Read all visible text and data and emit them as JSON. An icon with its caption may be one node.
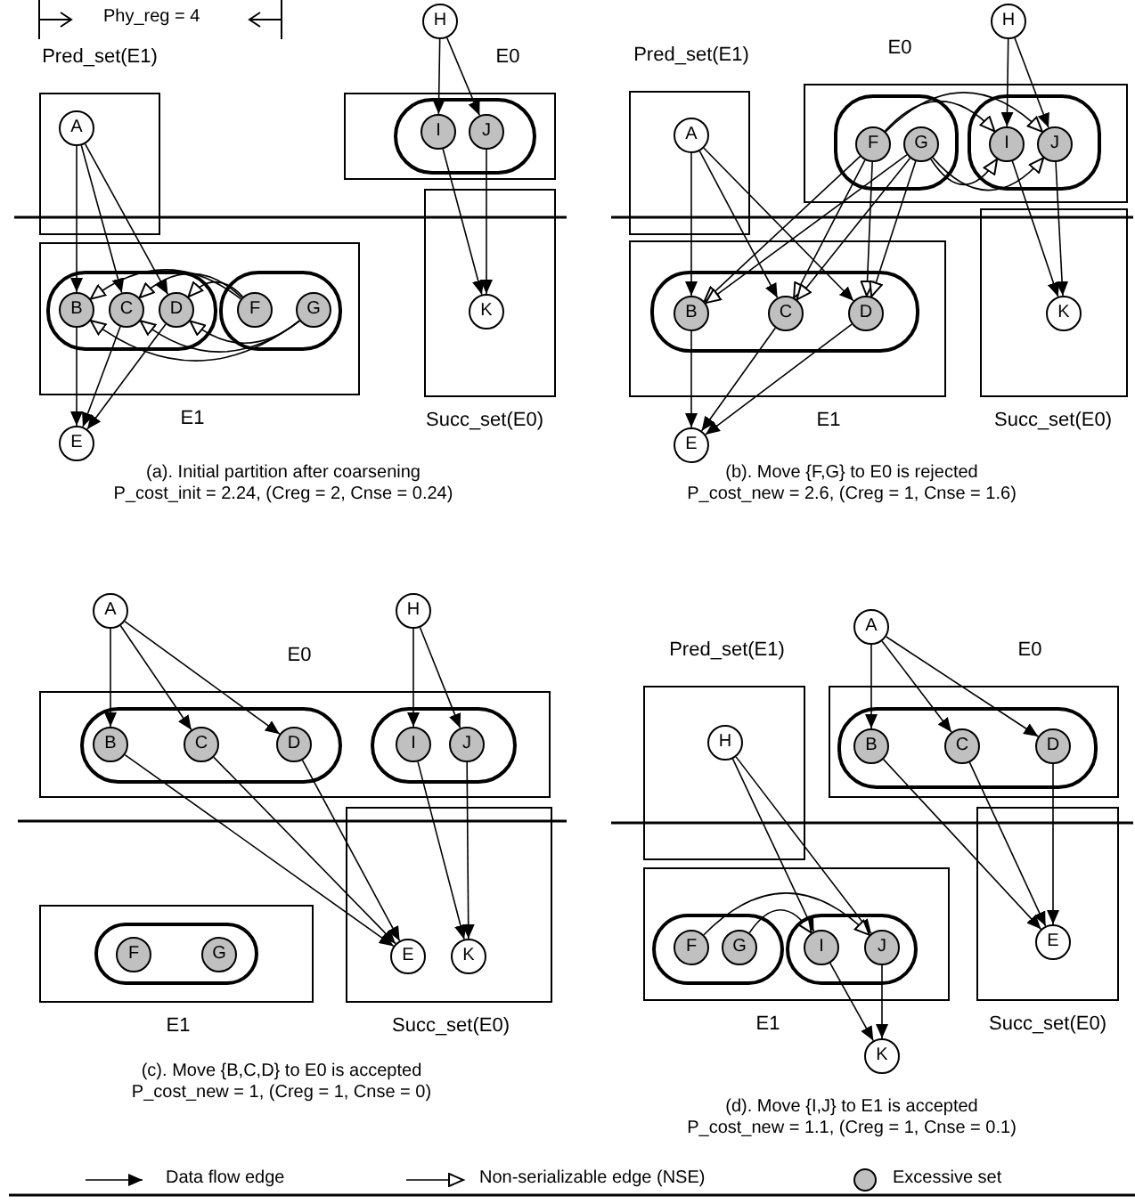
{
  "diagram": {
    "nodes": [
      {
        "text": [
          "H"
        ]
      },
      {
        "text": [
          "Pred_set(E1)"
        ]
      },
      {
        "text": [
          "A"
        ],
        "in": 1
      },
      {
        "text": [
          "E0"
        ]
      },
      {
        "text": [],
        "shape": "box",
        "in": 3
      },
      {
        "text": [
          "I"
        ],
        "in": 4
      },
      {
        "text": [
          "J"
        ],
        "in": 4
      },
      {
        "text": [
          "Succ_set(E0)"
        ]
      },
      {
        "text": [
          "K"
        ],
        "in": 7
      },
      {
        "text": [
          "E1"
        ]
      },
      {
        "text": [],
        "shape": "box",
        "in": 9
      },
      {
        "text": [
          "B"
        ],
        "in": 10
      },
      {
        "text": [
          "C"
        ],
        "in": 10
      },
      {
        "text": [
          "D"
        ],
        "in": 10
      },
      {
        "text": [],
        "shape": "box",
        "in": 9
      },
      {
        "text": [
          "F"
        ],
        "in": 14
      },
      {
        "text": [
          "G"
        ],
        "in": 14
      },
      {
        "text": [
          "E"
        ]
      },
      {
        "text": [
          "H"
        ]
      },
      {
        "text": [
          "Pred_set(E1)"
        ]
      },
      {
        "text": [
          "A"
        ],
        "in": 19
      },
      {
        "text": [
          "E0"
        ]
      },
      {
        "text": [],
        "shape": "box",
        "in": 21
      },
      {
        "text": [
          "F"
        ],
        "in": 22
      },
      {
        "text": [
          "G"
        ],
        "in": 22
      },
      {
        "text": [],
        "shape": "box",
        "in": 21
      },
      {
        "text": [
          "I"
        ],
        "in": 25
      },
      {
        "text": [
          "J"
        ],
        "in": 25
      },
      {
        "text": [
          "E1"
        ]
      },
      {
        "text": [],
        "shape": "box",
        "in": 28
      },
      {
        "text": [
          "B"
        ],
        "in": 29
      },
      {
        "text": [
          "C"
        ],
        "in": 29
      },
      {
        "text": [
          "D"
        ],
        "in": 29
      },
      {
        "text": [
          "Succ_set(E0)"
        ]
      },
      {
        "text": [
          "K"
        ],
        "in": 33
      },
      {
        "text": [
          "E"
        ]
      },
      {
        "text": [
          "A"
        ]
      },
      {
        "text": [
          "H"
        ]
      },
      {
        "text": [
          "E0"
        ]
      },
      {
        "text": [],
        "shape": "box",
        "in": 38
      },
      {
        "text": [
          "B"
        ],
        "in": 39
      },
      {
        "text": [
          "C"
        ],
        "in": 39
      },
      {
        "text": [
          "D"
        ],
        "in": 39
      },
      {
        "text": [],
        "shape": "box",
        "in": 38
      },
      {
        "text": [
          "I"
        ],
        "in": 43
      },
      {
        "text": [
          "J"
        ],
        "in": 43
      },
      {
        "text": [
          "E1"
        ]
      },
      {
        "text": [],
        "shape": "box",
        "in": 46
      },
      {
        "text": [
          "F"
        ],
        "in": 47
      },
      {
        "text": [
          "G"
        ],
        "in": 47
      },
      {
        "text": [
          "Succ_set(E0)"
        ]
      },
      {
        "text": [
          "E"
        ],
        "in": 50
      },
      {
        "text": [
          "K"
        ],
        "in": 50
      },
      {
        "text": [
          "A"
        ]
      },
      {
        "text": [
          "Pred_set(E1)"
        ]
      },
      {
        "text": [
          "H"
        ],
        "in": 54
      },
      {
        "text": [
          "E0"
        ]
      },
      {
        "text": [],
        "shape": "box",
        "in": 56
      },
      {
        "text": [
          "B"
        ],
        "in": 57
      },
      {
        "text": [
          "C"
        ],
        "in": 57
      },
      {
        "text": [
          "D"
        ],
        "in": 57
      },
      {
        "text": [
          "E1"
        ]
      },
      {
        "text": [],
        "shape": "box",
        "in": 61
      },
      {
        "text": [
          "F"
        ],
        "in": 62
      },
      {
        "text": [
          "G"
        ],
        "in": 62
      },
      {
        "text": [],
        "shape": "box",
        "in": 61
      },
      {
        "text": [
          "I"
        ],
        "in": 65
      },
      {
        "text": [
          "J"
        ],
        "in": 65
      },
      {
        "text": [
          "Succ_set(E0)"
        ]
      },
      {
        "text": [
          "E"
        ],
        "in": 68
      },
      {
        "text": [
          "K"
        ]
      }
    ],
    "edges": [
      {
        "from": 0,
        "to": 5,
        "arrow": "to"
      },
      {
        "from": 0,
        "to": 6,
        "arrow": "to"
      },
      {
        "from": 5,
        "to": 8,
        "arrow": "to"
      },
      {
        "from": 6,
        "to": 8,
        "arrow": "to"
      },
      {
        "from": 2,
        "to": 11,
        "arrow": "to"
      },
      {
        "from": 2,
        "to": 12,
        "arrow": "to"
      },
      {
        "from": 2,
        "to": 13,
        "arrow": "to"
      },
      {
        "from": 11,
        "to": 17,
        "arrow": "to"
      },
      {
        "from": 12,
        "to": 17,
        "arrow": "to"
      },
      {
        "from": 13,
        "to": 17,
        "arrow": "to"
      },
      {
        "from": 15,
        "to": 11,
        "arrow": "to"
      },
      {
        "from": 15,
        "to": 12,
        "arrow": "to"
      },
      {
        "from": 15,
        "to": 13,
        "arrow": "to"
      },
      {
        "from": 16,
        "to": 11,
        "arrow": "to"
      },
      {
        "from": 16,
        "to": 12,
        "arrow": "to"
      },
      {
        "from": 16,
        "to": 13,
        "arrow": "to"
      },
      {
        "from": 18,
        "to": 26,
        "arrow": "to"
      },
      {
        "from": 18,
        "to": 27,
        "arrow": "to"
      },
      {
        "from": 26,
        "to": 34,
        "arrow": "to"
      },
      {
        "from": 27,
        "to": 34,
        "arrow": "to"
      },
      {
        "from": 20,
        "to": 30,
        "arrow": "to"
      },
      {
        "from": 20,
        "to": 31,
        "arrow": "to"
      },
      {
        "from": 20,
        "to": 32,
        "arrow": "to"
      },
      {
        "from": 30,
        "to": 35,
        "arrow": "to"
      },
      {
        "from": 31,
        "to": 35,
        "arrow": "to"
      },
      {
        "from": 32,
        "to": 35,
        "arrow": "to"
      },
      {
        "from": 23,
        "to": 30,
        "arrow": "to"
      },
      {
        "from": 23,
        "to": 31,
        "arrow": "to"
      },
      {
        "from": 23,
        "to": 32,
        "arrow": "to"
      },
      {
        "from": 24,
        "to": 30,
        "arrow": "to"
      },
      {
        "from": 24,
        "to": 31,
        "arrow": "to"
      },
      {
        "from": 24,
        "to": 32,
        "arrow": "to"
      },
      {
        "from": 23,
        "to": 26,
        "arrow": "to"
      },
      {
        "from": 23,
        "to": 27,
        "arrow": "to"
      },
      {
        "from": 24,
        "to": 26,
        "arrow": "to"
      },
      {
        "from": 24,
        "to": 27,
        "arrow": "to"
      },
      {
        "from": 36,
        "to": 40,
        "arrow": "to"
      },
      {
        "from": 36,
        "to": 41,
        "arrow": "to"
      },
      {
        "from": 36,
        "to": 42,
        "arrow": "to"
      },
      {
        "from": 37,
        "to": 44,
        "arrow": "to"
      },
      {
        "from": 37,
        "to": 45,
        "arrow": "to"
      },
      {
        "from": 40,
        "to": 51,
        "arrow": "to"
      },
      {
        "from": 41,
        "to": 51,
        "arrow": "to"
      },
      {
        "from": 42,
        "to": 51,
        "arrow": "to"
      },
      {
        "from": 44,
        "to": 52,
        "arrow": "to"
      },
      {
        "from": 45,
        "to": 52,
        "arrow": "to"
      },
      {
        "from": 53,
        "to": 58,
        "arrow": "to"
      },
      {
        "from": 53,
        "to": 59,
        "arrow": "to"
      },
      {
        "from": 53,
        "to": 60,
        "arrow": "to"
      },
      {
        "from": 55,
        "to": 66,
        "arrow": "to"
      },
      {
        "from": 55,
        "to": 67,
        "arrow": "to"
      },
      {
        "from": 58,
        "to": 69,
        "arrow": "to"
      },
      {
        "from": 59,
        "to": 69,
        "arrow": "to"
      },
      {
        "from": 60,
        "to": 69,
        "arrow": "to"
      },
      {
        "from": 66,
        "to": 70,
        "arrow": "to"
      },
      {
        "from": 67,
        "to": 70,
        "arrow": "to"
      },
      {
        "from": 63,
        "to": 67,
        "arrow": "to"
      },
      {
        "from": 64,
        "to": 66,
        "arrow": "to"
      }
    ],
    "labels": [
      "Phy_reg = 4",
      "(a). Initial partition after coarsening",
      "P_cost_init = 2.24, (Creg = 2, Cnse = 0.24)",
      "(b). Move {F,G} to E0 is rejected",
      "P_cost_new = 2.6, (Creg = 1, Cnse = 1.6)",
      "(c). Move {B,C,D} to E0 is accepted",
      "P_cost_new = 1, (Creg = 1, Cnse = 0)",
      "(d). Move {I,J} to E1 is accepted",
      "P_cost_new = 1.1, (Creg = 1, Cnse = 0.1)"
    ],
    "legend": [
      {
        "text": "Data flow edge"
      },
      {
        "text": "Non-serializable edge (NSE)"
      },
      {
        "text": "Excessive set",
        "color": "#c0c0c0"
      }
    ]
  }
}
